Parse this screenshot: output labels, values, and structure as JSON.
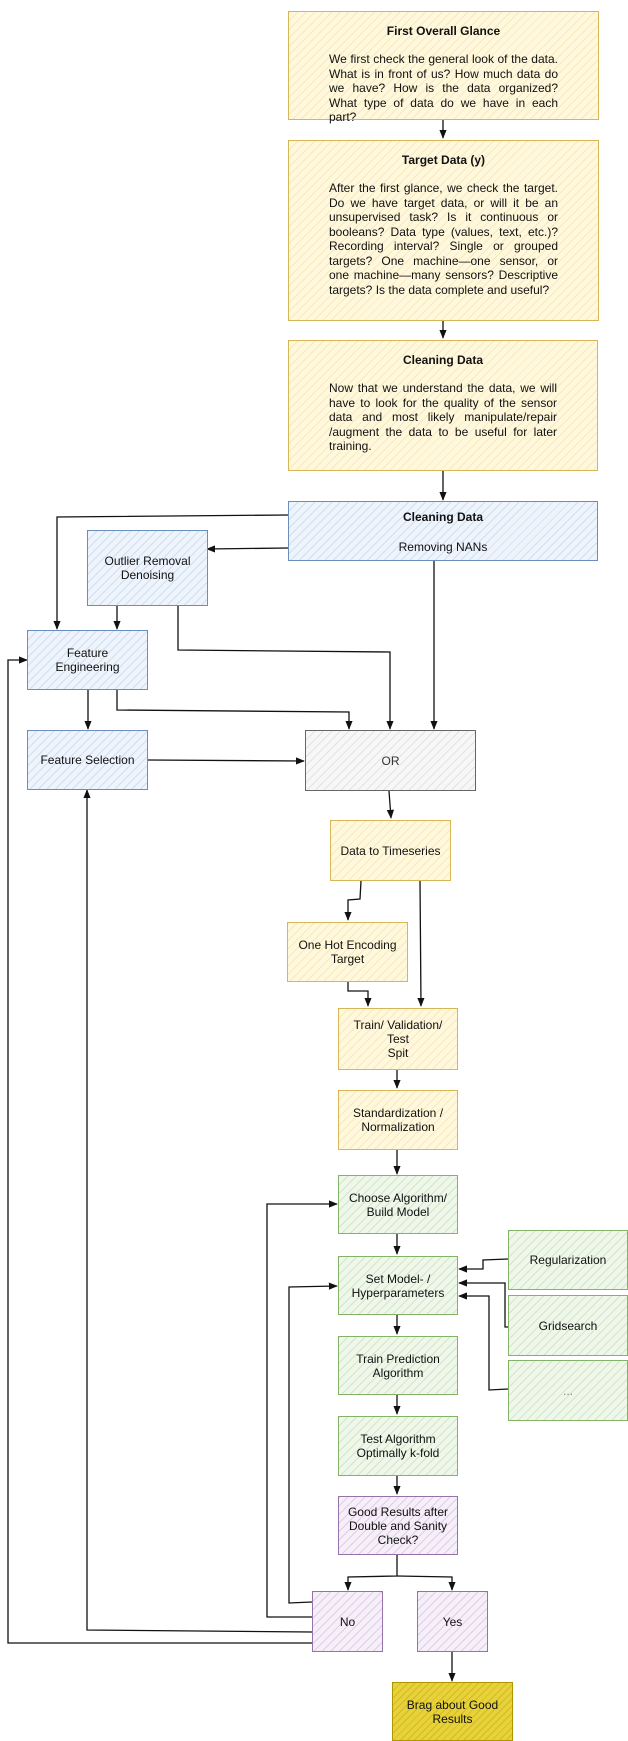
{
  "nodes": {
    "first_glance": {
      "title": "First Overall Glance",
      "text": "We first check the general look of the data. What is in front of us? How much data do we have? How is the data organized? What type of data do we have in each part?"
    },
    "target_data": {
      "title": "Target Data (y)",
      "text": "After the first glance, we check the target. Do we have target data, or will it be an unsupervised task? Is it continuous or booleans? Data type (values, text, etc.)? Recording interval? Single or grouped targets? One machine—one sensor, or one machine—many sensors? Descriptive targets? Is the data complete and useful?"
    },
    "cleaning_data_desc": {
      "title": "Cleaning Data",
      "text": "Now that we understand the data, we will have to look for the quality of the sensor data and most likely manipulate/repair /augment the data to be useful for later training."
    },
    "cleaning_data": {
      "title": "Cleaning Data",
      "subtitle": "Removing NANs"
    },
    "outlier_removal": {
      "line1": "Outlier Removal",
      "line2": "Denoising"
    },
    "feature_engineering": {
      "label": "Feature Engineering"
    },
    "feature_selection": {
      "label": "Feature Selection"
    },
    "or": {
      "label": "OR"
    },
    "data_to_timeseries": {
      "label": "Data to Timeseries"
    },
    "one_hot": {
      "line1": "One Hot Encoding",
      "line2": "Target"
    },
    "split": {
      "line1": "Train/ Validation/ Test",
      "line2": "Spit"
    },
    "standardization": {
      "line1": "Standardization /",
      "line2": "Normalization"
    },
    "choose_algorithm": {
      "line1": "Choose Algorithm/",
      "line2": "Build Model"
    },
    "set_model": {
      "line1": "Set Model- /",
      "line2": "Hyperparameters"
    },
    "regularization": {
      "label": "Regularization"
    },
    "gridsearch": {
      "label": "Gridsearch"
    },
    "ellipsis": {
      "label": "..."
    },
    "train_prediction": {
      "line1": "Train Prediction",
      "line2": "Algorithm"
    },
    "test_algorithm": {
      "line1": "Test Algorithm",
      "line2": "Optimally k-fold"
    },
    "good_results": {
      "line1": "Good Results after",
      "line2": "Double and Sanity",
      "line3": "Check?"
    },
    "no": {
      "label": "No"
    },
    "yes": {
      "label": "Yes"
    },
    "brag": {
      "line1": "Brag about Good",
      "line2": "Results"
    }
  },
  "colors": {
    "yellow_stroke": "#d6b656",
    "blue_stroke": "#6c8ebf",
    "grey_stroke": "#666666",
    "green_stroke": "#82b366",
    "purple_stroke": "#9673a6",
    "gold_fill": "#e8d23a",
    "connector": "#111111"
  }
}
